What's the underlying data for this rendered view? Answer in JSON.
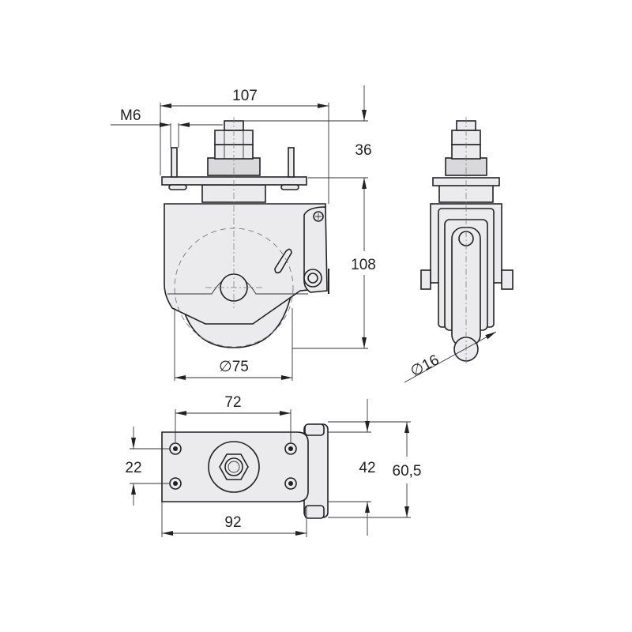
{
  "dimensions": {
    "width_total": "107",
    "thread": "M6",
    "height_top": "36",
    "height_body": "108",
    "wheel_diameter": "∅75",
    "ball_diameter": "∅16",
    "hole_spacing_x": "72",
    "hole_spacing_y": "22",
    "plate_length": "92",
    "plate_width": "42",
    "overall_width": "60,5"
  }
}
